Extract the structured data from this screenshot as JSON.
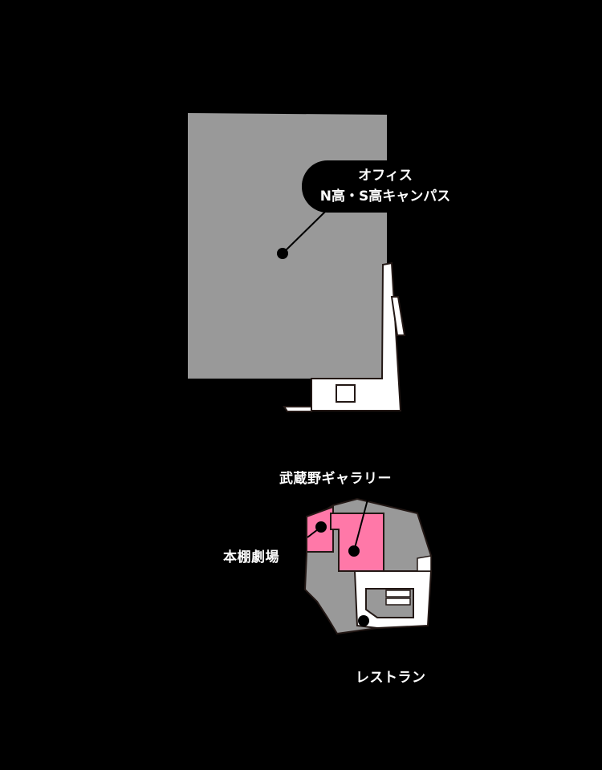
{
  "map": {
    "colors": {
      "background": "#000000",
      "building_gray": "#999999",
      "walkway_white": "#ffffff",
      "highlight_pink": "#ff78a8",
      "outline": "#231815"
    },
    "locations": [
      {
        "id": "office",
        "label_line1": "オフィス",
        "label_line2": "N高・S高キャンパス"
      },
      {
        "id": "gallery",
        "label": "武蔵野ギャラリー"
      },
      {
        "id": "theater",
        "label": "本棚劇場"
      },
      {
        "id": "restaurant",
        "label": "レストラン"
      }
    ]
  }
}
